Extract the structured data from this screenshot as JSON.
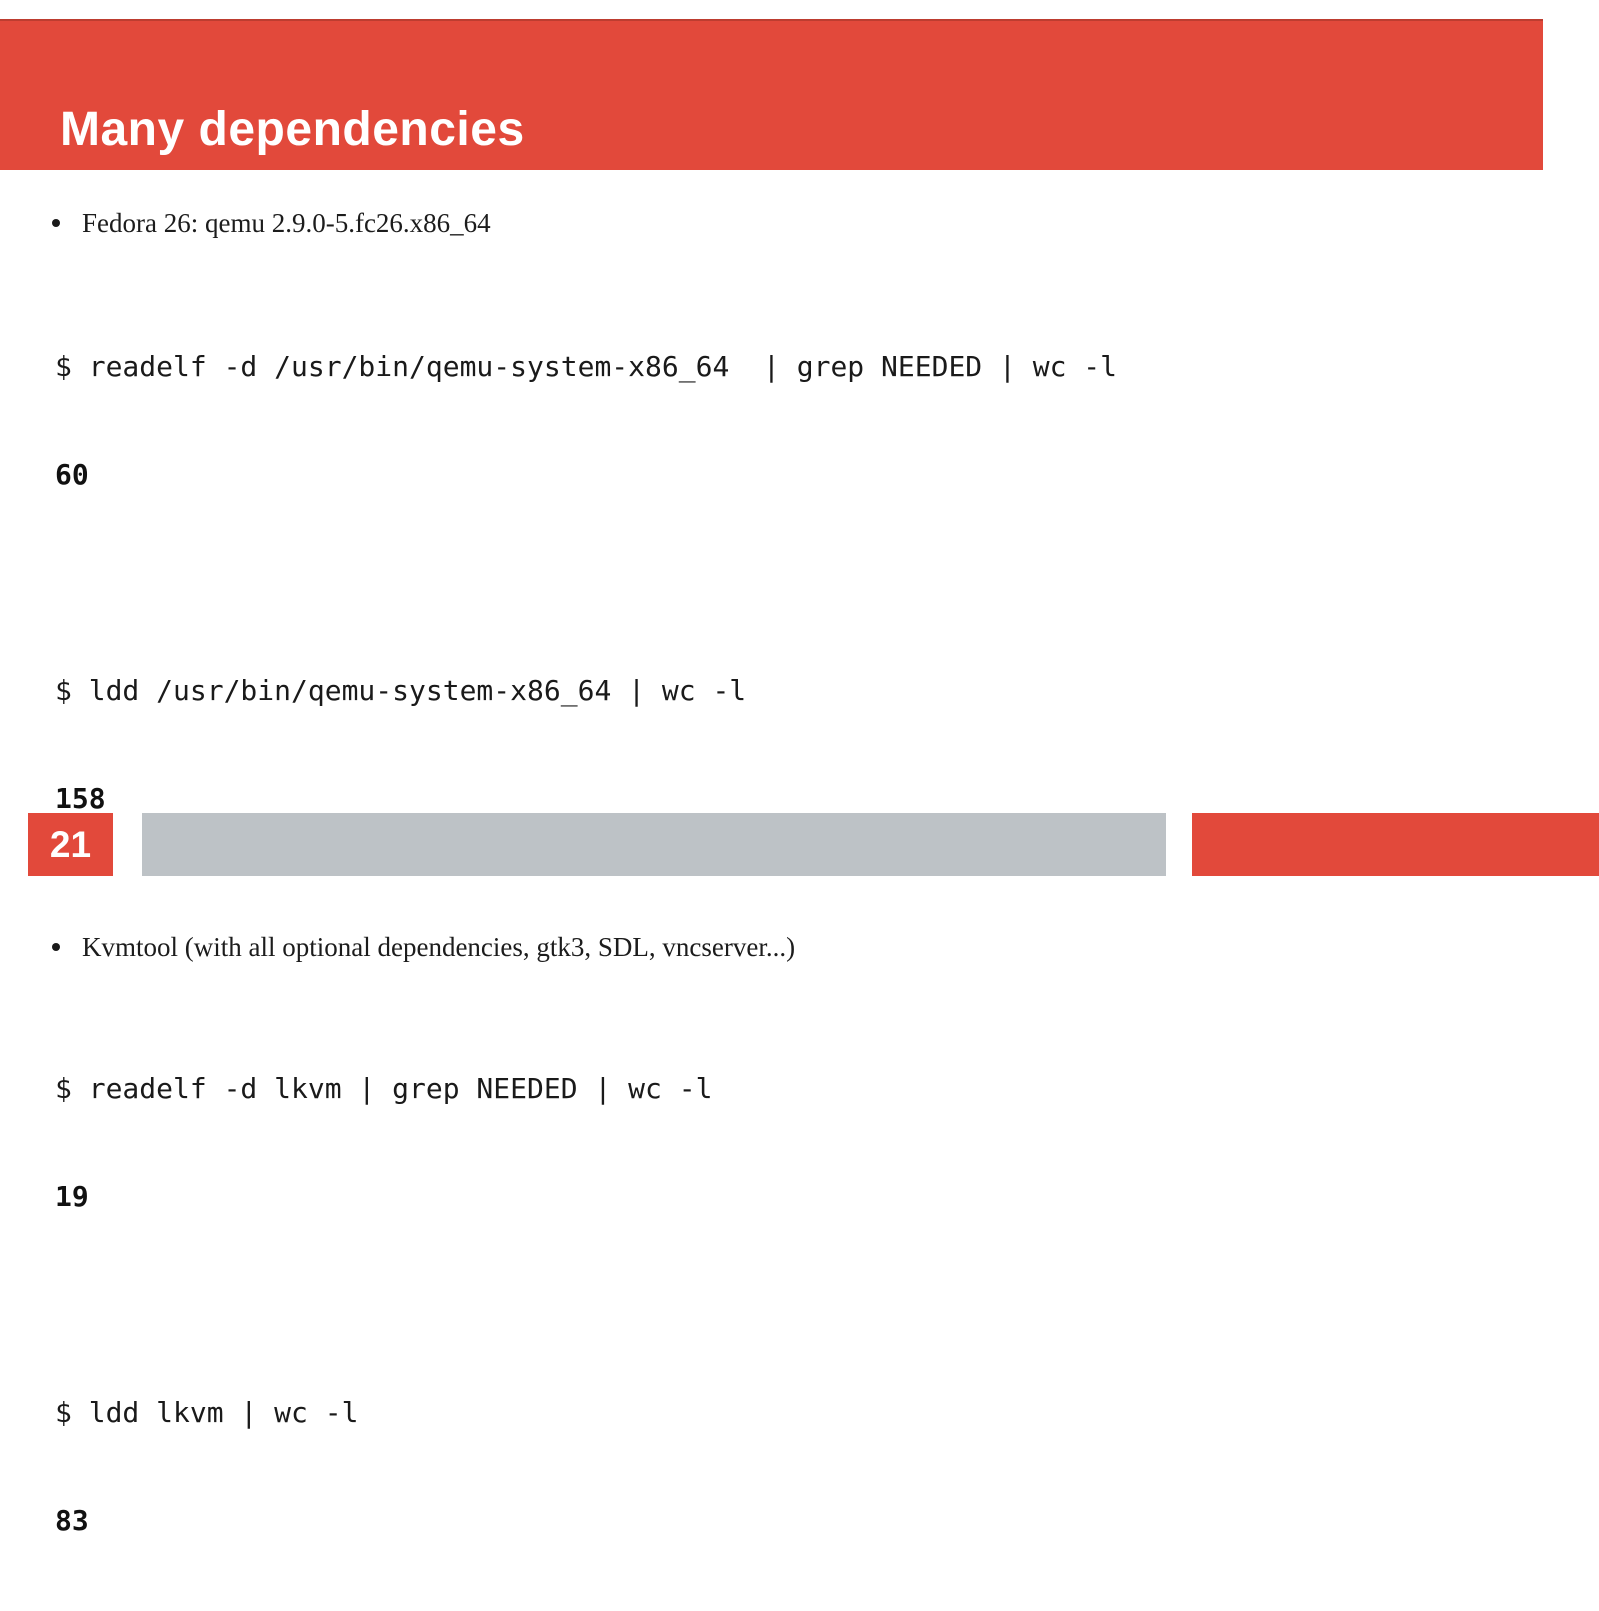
{
  "slide": {
    "title": "Many dependencies",
    "page_number": "21"
  },
  "content": {
    "bullets": [
      "Fedora 26: qemu 2.9.0-5.fc26.x86_64",
      "Kvmtool (with all optional dependencies, gtk3, SDL, vncserver...)"
    ],
    "code_blocks": [
      {
        "command": "$ readelf -d /usr/bin/qemu-system-x86_64  | grep NEEDED | wc -l",
        "output": "60"
      },
      {
        "command": "$ ldd /usr/bin/qemu-system-x86_64 | wc -l",
        "output": "158"
      },
      {
        "command": "$ readelf -d lkvm | grep NEEDED | wc -l",
        "output": "19"
      },
      {
        "command": "$ ldd lkvm | wc -l",
        "output": "83"
      }
    ]
  },
  "colors": {
    "accent_red": "#E2493B",
    "footer_gray": "#BDC2C6",
    "text": "#1a1a1a",
    "title_text": "#ffffff"
  }
}
